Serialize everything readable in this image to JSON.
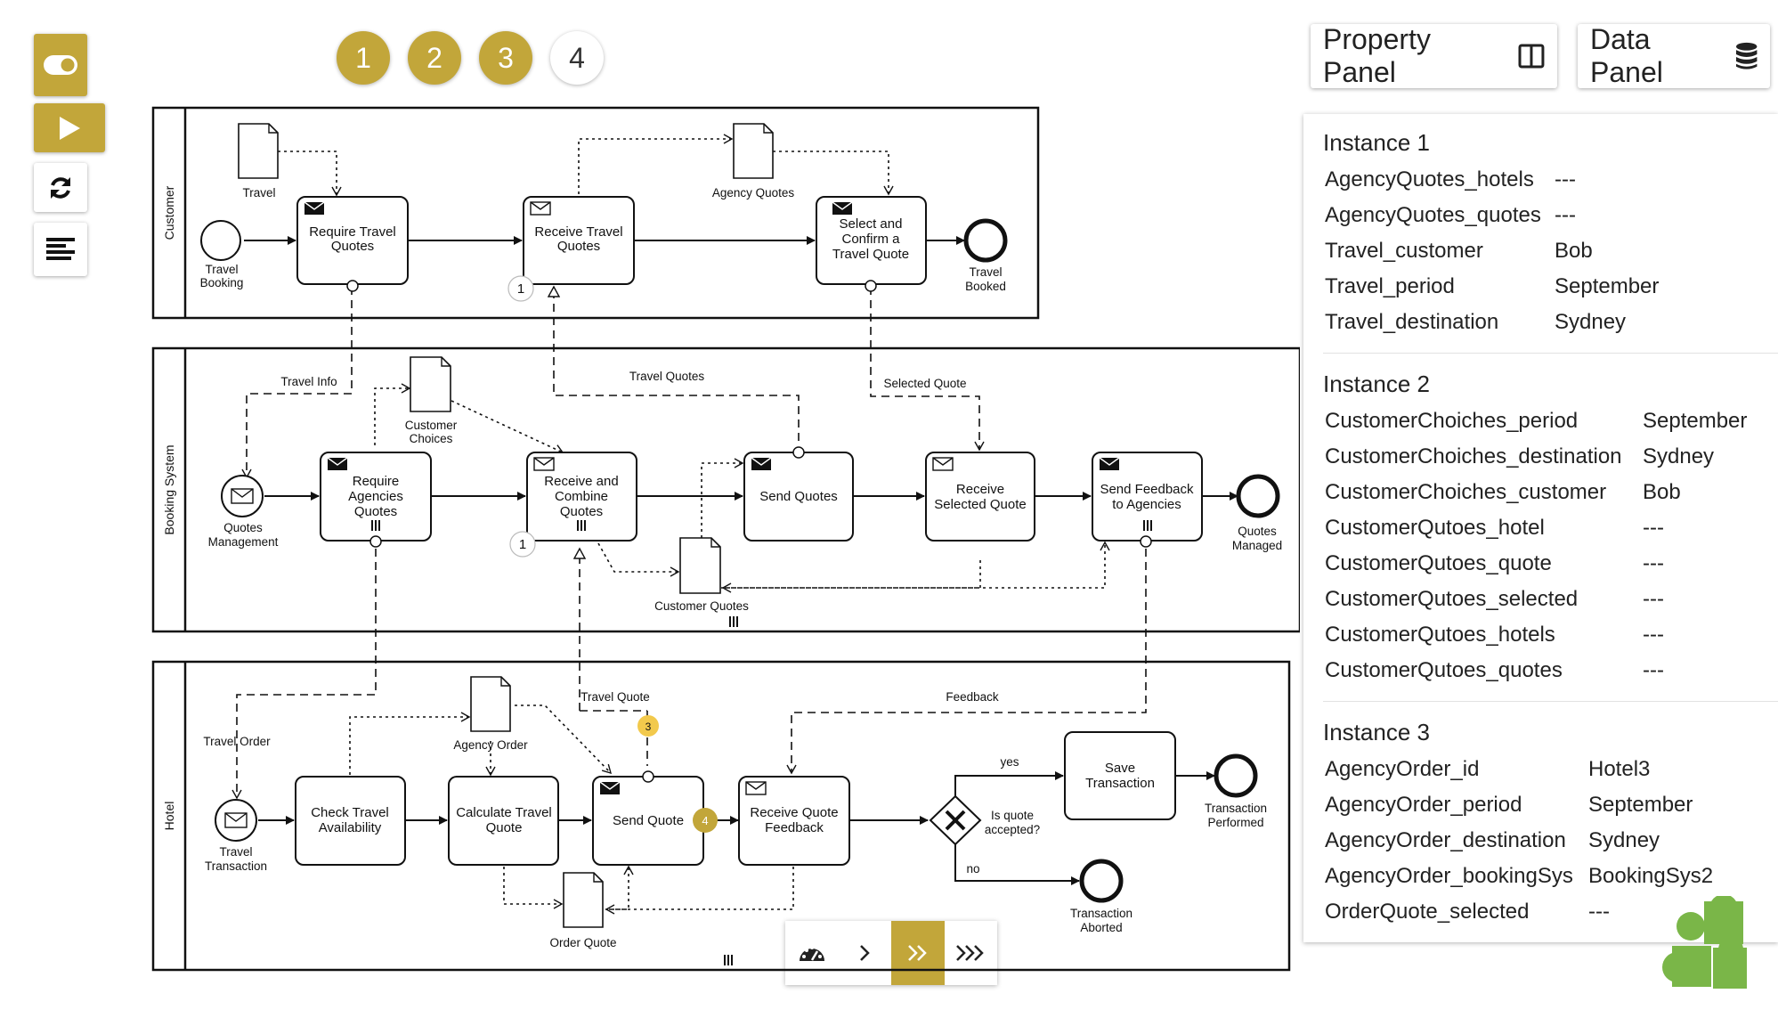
{
  "steps": [
    "1",
    "2",
    "3",
    "4"
  ],
  "panels": {
    "property": "Property Panel",
    "data": "Data Panel"
  },
  "diagram": {
    "lanes": [
      "Customer",
      "Booking System",
      "Hotel"
    ],
    "customer": {
      "doc_travel": "Travel",
      "start": [
        "Travel",
        "Booking"
      ],
      "task_require": [
        "Require Travel",
        "Quotes"
      ],
      "task_receive": [
        "Receive Travel",
        "Quotes"
      ],
      "doc_agency": "Agency Quotes",
      "task_select": [
        "Select and",
        "Confirm a",
        "Travel Quote"
      ],
      "end": [
        "Travel",
        "Booked"
      ],
      "badge1": "1"
    },
    "booking": {
      "flow_travel_info": "Travel Info",
      "doc_choices": [
        "Customer",
        "Choices"
      ],
      "flow_travel_quotes": "Travel Quotes",
      "flow_selected_quote": "Selected Quote",
      "start": [
        "Quotes",
        "Management"
      ],
      "task_require": [
        "Require",
        "Agencies",
        "Quotes"
      ],
      "task_combine": [
        "Receive and",
        "Combine",
        "Quotes"
      ],
      "task_send": "Send Quotes",
      "task_receive_selected": [
        "Receive",
        "Selected Quote"
      ],
      "task_feedback": [
        "Send Feedback",
        "to Agencies"
      ],
      "end": [
        "Quotes",
        "Managed"
      ],
      "doc_customer_quotes": "Customer Quotes",
      "badge1": "1"
    },
    "hotel": {
      "flow_travel_order": "Travel Order",
      "flow_travel_quote": "Travel Quote",
      "flow_feedback": "Feedback",
      "doc_agency_order": "Agency Order",
      "start": [
        "Travel",
        "Transaction"
      ],
      "task_check": [
        "Check Travel",
        "Availability"
      ],
      "task_calc": [
        "Calculate Travel",
        "Quote"
      ],
      "task_send": "Send Quote",
      "task_receive_feedback": [
        "Receive Quote",
        "Feedback"
      ],
      "gateway": [
        "Is quote",
        "accepted?"
      ],
      "yes": "yes",
      "no": "no",
      "task_save": [
        "Save",
        "Transaction"
      ],
      "end_performed": [
        "Transaction",
        "Performed"
      ],
      "end_aborted": [
        "Transaction",
        "Aborted"
      ],
      "doc_order_quote": "Order Quote",
      "badge3": "3",
      "badge4": "4"
    }
  },
  "instances": [
    {
      "title": "Instance 1",
      "rows": [
        [
          "AgencyQuotes_hotels",
          "---"
        ],
        [
          "AgencyQuotes_quotes",
          "---"
        ],
        [
          "Travel_customer",
          "Bob"
        ],
        [
          "Travel_period",
          "September"
        ],
        [
          "Travel_destination",
          "Sydney"
        ]
      ]
    },
    {
      "title": "Instance 2",
      "rows": [
        [
          "CustomerChoiches_period",
          "September"
        ],
        [
          "CustomerChoiches_destination",
          "Sydney"
        ],
        [
          "CustomerChoiches_customer",
          "Bob"
        ],
        [
          "CustomerQutoes_hotel",
          "---"
        ],
        [
          "CustomerQutoes_quote",
          "---"
        ],
        [
          "CustomerQutoes_selected",
          "---"
        ],
        [
          "CustomerQutoes_hotels",
          "---"
        ],
        [
          "CustomerQutoes_quotes",
          "---"
        ]
      ]
    },
    {
      "title": "Instance 3",
      "rows": [
        [
          "AgencyOrder_id",
          "Hotel3"
        ],
        [
          "AgencyOrder_period",
          "September"
        ],
        [
          "AgencyOrder_destination",
          "Sydney"
        ],
        [
          "AgencyOrder_bookingSys",
          "BookingSys2"
        ],
        [
          "OrderQuote_selected",
          "---"
        ]
      ]
    }
  ],
  "colors": {
    "accent": "#c2a63a",
    "badge_yellow": "#f2c94c",
    "logo_green": "#7ab648"
  }
}
